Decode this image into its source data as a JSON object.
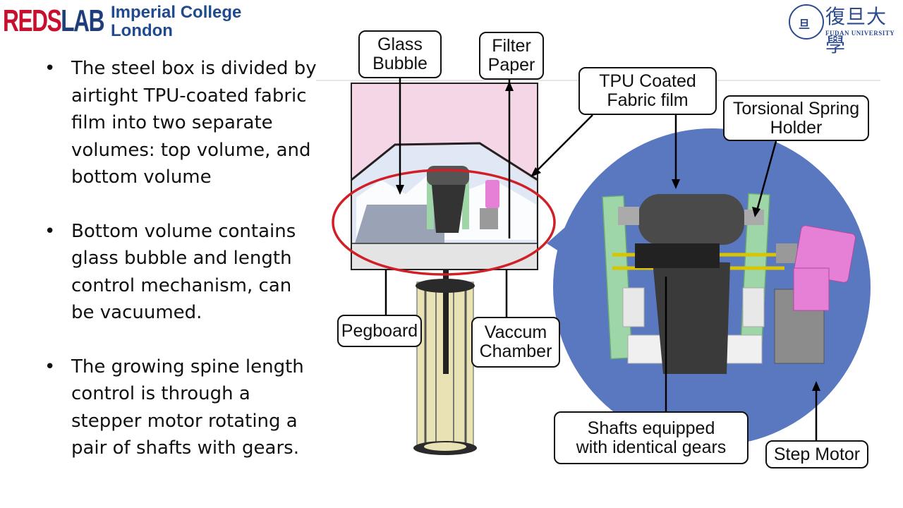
{
  "header": {
    "reds_logo": "REDSLAB",
    "imperial_line1": "Imperial College",
    "imperial_line2": "London",
    "fudan_logo_cn": "復旦大學",
    "fudan_logo_en": "FUDAN UNIVERSITY"
  },
  "bullets": [
    "The steel box is divided by airtight TPU-coated fabric film into two separate volumes: top volume, and bottom volume",
    "Bottom volume contains glass bubble and length control mechanism, can be vacuumed.",
    "The growing spine length control is through a stepper motor rotating a pair of shafts with gears."
  ],
  "labels": {
    "glass_bubble": "Glass\nBubble",
    "filter_paper": "Filter\nPaper",
    "tpu_film": "TPU Coated\nFabric film",
    "torsional": "Torsional Spring\nHolder",
    "pegboard": "Pegboard",
    "vaccum": "Vaccum\nChamber",
    "shafts": "Shafts equipped\nwith identical gears",
    "step_motor": "Step Motor"
  },
  "colors": {
    "highlight_ellipse": "#d01f26",
    "zoom_circle": "#5a78c0",
    "top_volume": "#f5d6e6",
    "holder_green": "#9fd6a8",
    "motor_pink": "#e680d6",
    "tube_yellow": "#e9e2b4"
  }
}
